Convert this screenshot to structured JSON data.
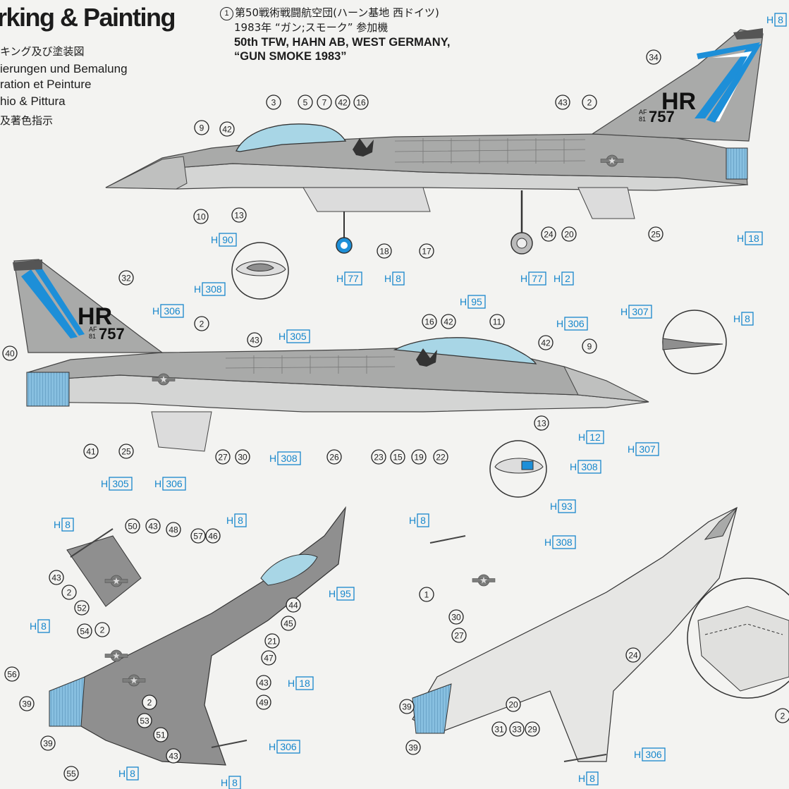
{
  "title": "rking & Painting",
  "subtitles": [
    "キング及び塗装図",
    "ierungen und Bemalung",
    "ration et Peinture",
    "hio & Pittura",
    "及著色指示"
  ],
  "aircraft": {
    "number": "1",
    "jp_line1": "第50戦術戦闘航空団(ハーン基地 西ドイツ)",
    "jp_line2": "1983年 “ガン;スモーク” 参加機",
    "en_line1": "50th TFW, HAHN AB, WEST GERMANY,",
    "en_line2": "“GUN SMOKE 1983”"
  },
  "tail_markings": {
    "code": "HR",
    "serial": "757",
    "af": "AF",
    "year": "81"
  },
  "colors": {
    "background": "#f3f3f1",
    "fuselage_gray": "#a9aaa9",
    "dark_gray": "#8f8f8f",
    "canopy": "#a8d6e6",
    "stripe_blue": "#1d8fd8",
    "exhaust_blue": "#87bfe0",
    "h_color": "#1787cc",
    "ink": "#222222"
  },
  "icons": [
    "wing-star-insignia",
    "eagle-emblem-icon",
    "callout-circle"
  ],
  "callouts_left_side": [
    {
      "text": "3",
      "type": "num"
    },
    {
      "text": "5",
      "type": "num"
    },
    {
      "text": "7",
      "type": "num"
    },
    {
      "text": "42",
      "type": "num"
    },
    {
      "text": "16",
      "type": "num"
    },
    {
      "text": "9",
      "type": "num"
    },
    {
      "text": "42",
      "type": "num"
    },
    {
      "text": "43",
      "type": "num"
    },
    {
      "text": "2",
      "type": "num"
    },
    {
      "text": "34",
      "type": "num"
    },
    {
      "text": "10",
      "type": "num"
    },
    {
      "text": "13",
      "type": "num"
    },
    {
      "text": "18",
      "type": "num"
    },
    {
      "text": "17",
      "type": "num"
    },
    {
      "text": "24",
      "type": "num"
    },
    {
      "text": "20",
      "type": "num"
    },
    {
      "text": "25",
      "type": "num"
    },
    {
      "h": "8",
      "type": "h"
    },
    {
      "h": "18",
      "type": "h"
    },
    {
      "h": "77",
      "type": "h"
    },
    {
      "h": "8",
      "type": "h"
    },
    {
      "h": "77",
      "type": "h"
    },
    {
      "h": "2",
      "type": "h"
    },
    {
      "h": "90",
      "type": "h"
    },
    {
      "h": "308",
      "type": "h"
    }
  ],
  "callouts_right_side": [
    {
      "text": "32",
      "type": "num"
    },
    {
      "text": "2",
      "type": "num"
    },
    {
      "text": "40",
      "type": "num"
    },
    {
      "text": "43",
      "type": "num"
    },
    {
      "text": "16",
      "type": "num"
    },
    {
      "text": "42",
      "type": "num"
    },
    {
      "text": "11",
      "type": "num"
    },
    {
      "text": "42",
      "type": "num"
    },
    {
      "text": "9",
      "type": "num"
    },
    {
      "text": "41",
      "type": "num"
    },
    {
      "text": "25",
      "type": "num"
    },
    {
      "text": "27",
      "type": "num"
    },
    {
      "text": "30",
      "type": "num"
    },
    {
      "text": "26",
      "type": "num"
    },
    {
      "text": "23",
      "type": "num"
    },
    {
      "text": "15",
      "type": "num"
    },
    {
      "text": "19",
      "type": "num"
    },
    {
      "text": "22",
      "type": "num"
    },
    {
      "text": "13",
      "type": "num"
    },
    {
      "h": "306",
      "type": "h"
    },
    {
      "h": "305",
      "type": "h"
    },
    {
      "h": "95",
      "type": "h"
    },
    {
      "h": "306",
      "type": "h"
    },
    {
      "h": "307",
      "type": "h"
    },
    {
      "h": "8",
      "type": "h"
    },
    {
      "h": "12",
      "type": "h"
    },
    {
      "h": "307",
      "type": "h"
    },
    {
      "h": "305",
      "type": "h"
    },
    {
      "h": "306",
      "type": "h"
    },
    {
      "h": "308",
      "type": "h"
    },
    {
      "h": "308",
      "type": "h"
    },
    {
      "h": "93",
      "type": "h"
    }
  ],
  "callouts_top_view": [
    {
      "text": "50"
    },
    {
      "text": "43"
    },
    {
      "text": "48"
    },
    {
      "text": "57"
    },
    {
      "text": "46"
    },
    {
      "text": "43"
    },
    {
      "text": "2"
    },
    {
      "text": "52"
    },
    {
      "text": "44"
    },
    {
      "text": "45"
    },
    {
      "text": "54"
    },
    {
      "text": "2"
    },
    {
      "text": "21"
    },
    {
      "text": "47"
    },
    {
      "text": "56"
    },
    {
      "text": "43"
    },
    {
      "text": "39"
    },
    {
      "text": "2"
    },
    {
      "text": "49"
    },
    {
      "text": "53"
    },
    {
      "text": "51"
    },
    {
      "text": "39"
    },
    {
      "text": "43"
    },
    {
      "text": "55"
    },
    {
      "h": "8"
    },
    {
      "h": "8"
    },
    {
      "h": "95"
    },
    {
      "h": "8"
    },
    {
      "h": "18"
    },
    {
      "h": "306"
    },
    {
      "h": "8"
    },
    {
      "h": "8"
    }
  ],
  "callouts_bottom_view": [
    {
      "text": "1"
    },
    {
      "text": "30"
    },
    {
      "text": "27"
    },
    {
      "text": "24"
    },
    {
      "text": "39"
    },
    {
      "text": "20"
    },
    {
      "text": "39"
    },
    {
      "text": "31"
    },
    {
      "text": "33"
    },
    {
      "text": "29"
    },
    {
      "text": "2"
    },
    {
      "h": "8"
    },
    {
      "h": "308"
    },
    {
      "h": "306"
    },
    {
      "h": "8"
    }
  ]
}
